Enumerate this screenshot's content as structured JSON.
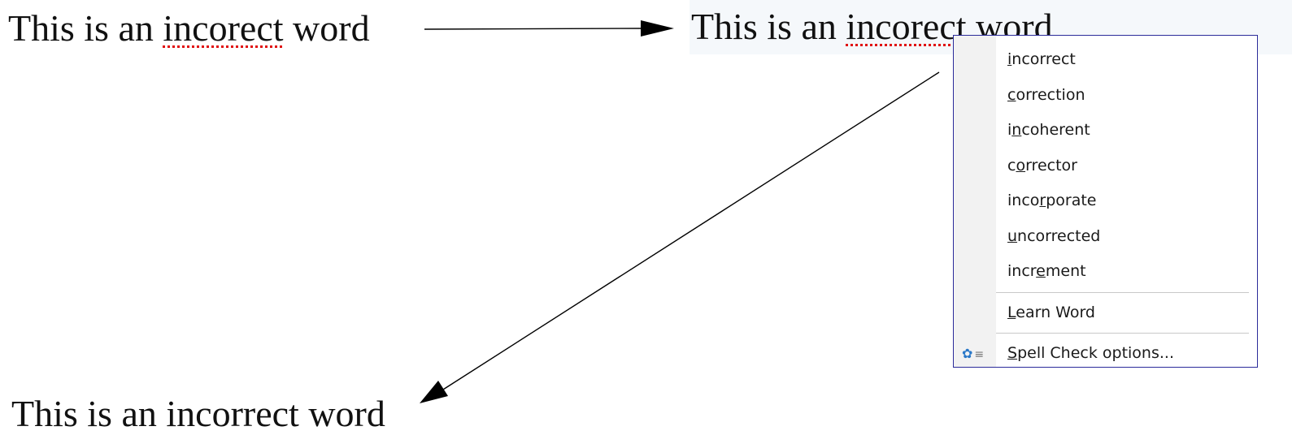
{
  "before_text": {
    "prefix": "This is an ",
    "misspelled": "incorect",
    "suffix": " word"
  },
  "document_text": {
    "prefix": "This is an ",
    "misspelled": "incorect",
    "suffix": " word"
  },
  "after_text": "This is an incorrect word",
  "menu": {
    "suggestions": [
      {
        "before": "",
        "accel": "i",
        "after": "ncorrect"
      },
      {
        "before": "",
        "accel": "c",
        "after": "orrection"
      },
      {
        "before": "i",
        "accel": "n",
        "after": "coherent"
      },
      {
        "before": "c",
        "accel": "o",
        "after": "rrector"
      },
      {
        "before": "inco",
        "accel": "r",
        "after": "porate"
      },
      {
        "before": "",
        "accel": "u",
        "after": "ncorrected"
      },
      {
        "before": "incr",
        "accel": "e",
        "after": "ment"
      }
    ],
    "learn_word": {
      "before": "",
      "accel": "L",
      "after": "earn Word"
    },
    "spell_options": {
      "before": "",
      "accel": "S",
      "after": "pell Check options..."
    },
    "icon": "gear-list-icon"
  },
  "colors": {
    "menu_border": "#2b2b9a",
    "squiggle": "#e01010",
    "gear": "#2a78c8",
    "doc_background": "#f5f8fb"
  }
}
